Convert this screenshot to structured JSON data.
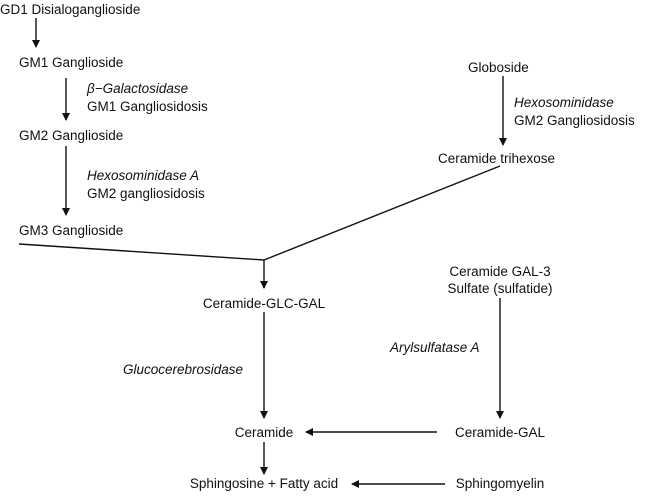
{
  "nodes": {
    "gd1": "GD1 Disialoganglioside",
    "gm1": "GM1 Ganglioside",
    "gm2": "GM2 Ganglioside",
    "gm3": "GM3 Ganglioside",
    "globoside": "Globoside",
    "ceramide_trihexose": "Ceramide trihexose",
    "ceramide_glc_gal": "Ceramide-GLC-GAL",
    "ceramide_gal3_line1": "Ceramide GAL-3",
    "ceramide_gal3_line2": "Sulfate (sulfatide)",
    "ceramide": "Ceramide",
    "ceramide_gal": "Ceramide-GAL",
    "sphingosine": "Sphingosine + Fatty acid",
    "sphingomyelin": "Sphingomyelin"
  },
  "enzymes": {
    "beta_galactosidase": "β−Galactosidase",
    "hexosaminidase_a": "Hexosominidase A",
    "hexosaminidase": "Hexosominidase",
    "glucocerebrosidase": "Glucocerebrosidase",
    "arylsulfatase_a": "Arylsulfatase A"
  },
  "diseases": {
    "gm1_gangliosidosis": "GM1 Gangliosidosis",
    "gm2_gangliosidosis_lower": "GM2 gangliosidosis",
    "gm2_gangliosidosis": "GM2 Gangliosidosis"
  }
}
